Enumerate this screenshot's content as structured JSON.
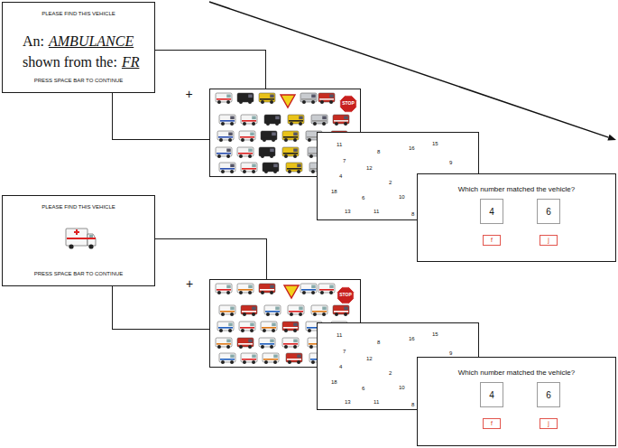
{
  "diagram": {
    "nodes": [
      {
        "text": [
          "PLEASE FIND THIS VEHICLE",
          "An:",
          "AMBULANCE",
          "shown from the:",
          "FR",
          "PRESS SPACE BAR TO CONTINUE"
        ]
      },
      {
        "text": [
          "+"
        ]
      },
      {
        "text": [
          "STOP"
        ]
      },
      {
        "text": [
          "11",
          "8",
          "16",
          "15",
          "7",
          "12",
          "9",
          "4",
          "2",
          "18",
          "6",
          "10",
          "13",
          "11",
          "8"
        ]
      },
      {
        "text": [
          "Which number matched the vehicle?"
        ]
      },
      {
        "text": [
          "4"
        ],
        "in": 4
      },
      {
        "text": [
          "6"
        ],
        "in": 4
      },
      {
        "text": [
          "f"
        ],
        "in": 4
      },
      {
        "text": [
          "j"
        ],
        "in": 4
      },
      {
        "text": [
          "PLEASE FIND THIS VEHICLE",
          "PRESS SPACE BAR TO CONTINUE"
        ]
      },
      {
        "text": [
          "+"
        ]
      },
      {
        "text": [
          "STOP"
        ]
      },
      {
        "text": [
          "11",
          "8",
          "16",
          "15",
          "7",
          "12",
          "9",
          "4",
          "2",
          "18",
          "6",
          "10",
          "13",
          "11",
          "8"
        ]
      },
      {
        "text": [
          "Which number matched the vehicle?"
        ]
      },
      {
        "text": [
          "4"
        ],
        "in": 13
      },
      {
        "text": [
          "6"
        ],
        "in": 13
      },
      {
        "text": [
          "f"
        ],
        "in": 13
      },
      {
        "text": [
          "j"
        ],
        "in": 13
      }
    ]
  }
}
